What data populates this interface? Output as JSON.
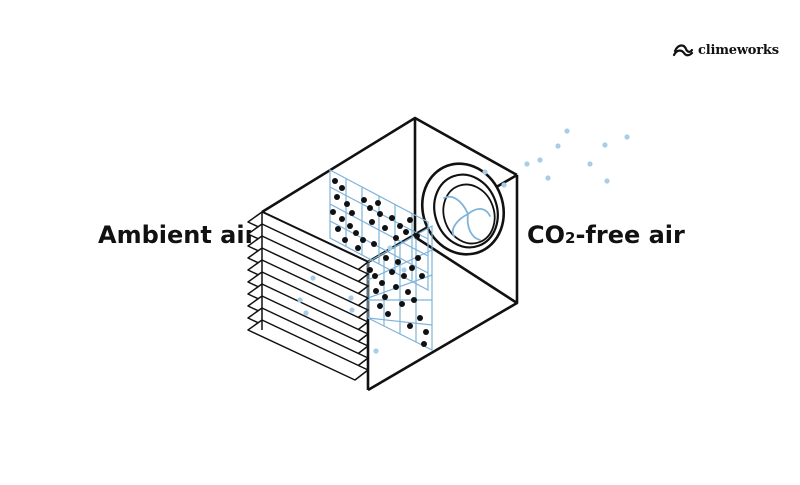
{
  "logo": {
    "text": "climeworks",
    "icon": "climeworks-logo-icon"
  },
  "labels": {
    "intake": "Ambient air",
    "output_prefix": "CO",
    "output_subscript": "2",
    "output_suffix": "-free air"
  },
  "colors": {
    "line": "#111111",
    "filter_grid": "#7fb3d9",
    "co2_particle": "#111111",
    "air_particle": "#a9cde6"
  },
  "icons": {
    "fan": "fan-icon",
    "louvers": "intake-louver-icon",
    "filter": "filter-grid-icon"
  }
}
